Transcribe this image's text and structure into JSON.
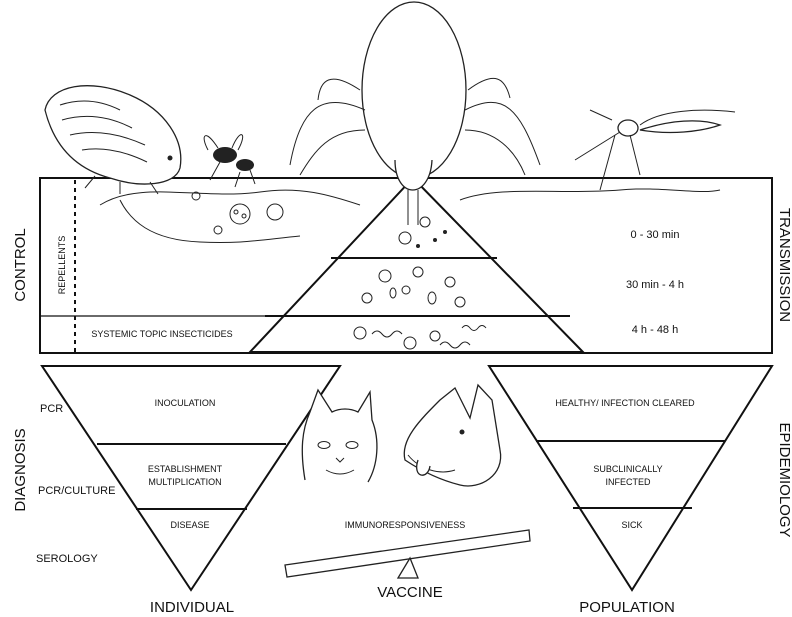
{
  "left_side": {
    "control": "CONTROL",
    "diagnosis": "DIAGNOSIS",
    "repellents": "REPELLENTS",
    "systemic": "SYSTEMIC TOPIC INSECTICIDES"
  },
  "right_side": {
    "transmission": "TRANSMISSION",
    "epidemiology": "EPIDEMIOLOGY"
  },
  "transmission_times": [
    "0 - 30 min",
    "30 min - 4 h",
    "4 h - 48 h"
  ],
  "individual": {
    "label": "INDIVIDUAL",
    "stages": [
      "INOCULATION",
      "ESTABLISHMENT",
      "MULTIPLICATION",
      "DISEASE"
    ],
    "methods": [
      "PCR",
      "PCR/CULTURE",
      "SEROLOGY"
    ]
  },
  "population": {
    "label": "POPULATION",
    "stages": [
      "HEALTHY/ INFECTION CLEARED",
      "SUBCLINICALLY",
      "INFECTED",
      "SICK"
    ]
  },
  "center": {
    "immuno": "IMMUNORESPONSIVENESS",
    "vaccine": "VACCINE"
  },
  "icons": [
    "flea-icon",
    "sandfly-icon",
    "tick-icon",
    "mosquito-icon",
    "cat-icon",
    "dog-icon"
  ]
}
